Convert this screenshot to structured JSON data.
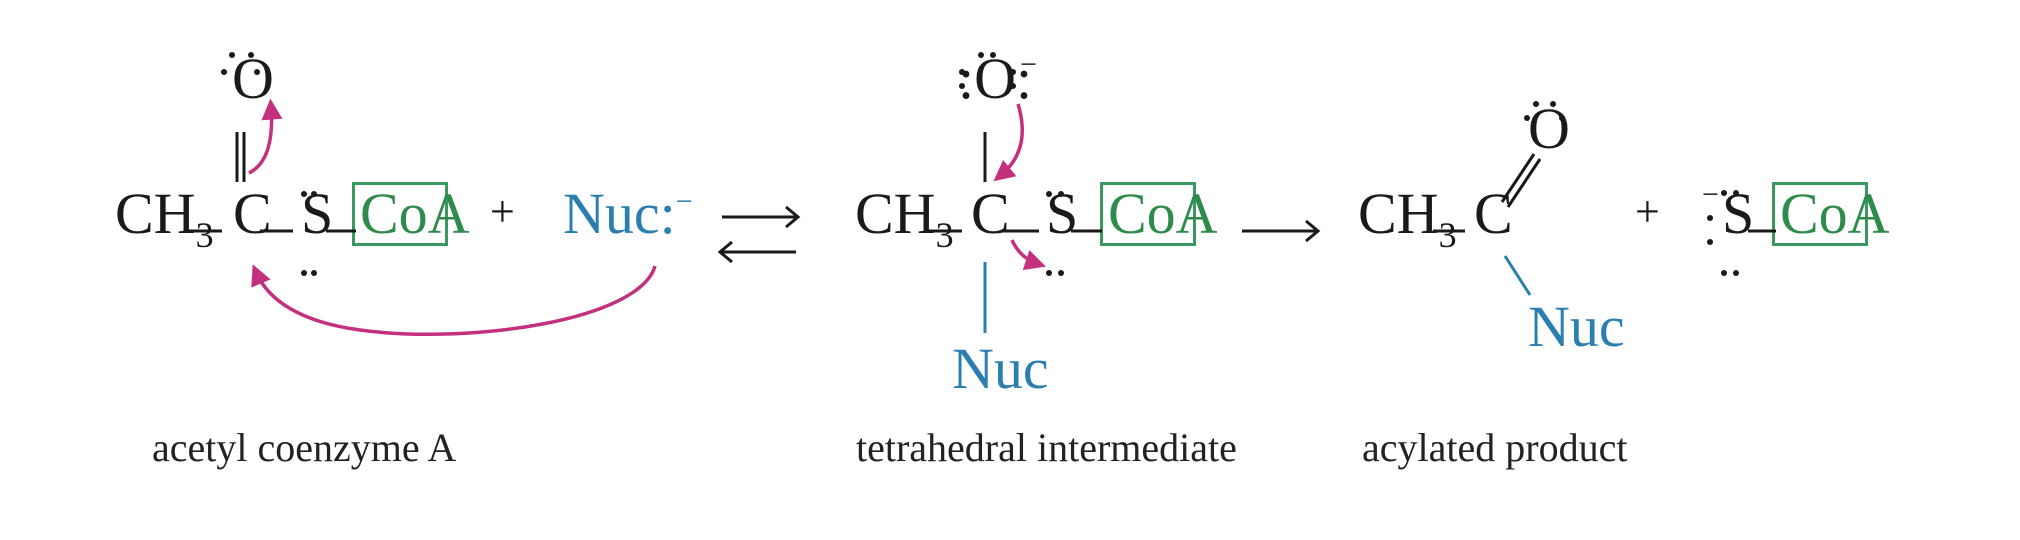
{
  "colors": {
    "arrow": "#c2307e",
    "nucleophile": "#2b7fb0",
    "coa": "#2e8b4a",
    "text": "#1a1a1a"
  },
  "reactant": {
    "ch3": "CH",
    "ch3_sub": "3",
    "carbon": "C",
    "oxygen": "O",
    "sulfur": "S",
    "coa": "CoA",
    "label": "acetyl coenzyme A"
  },
  "plus1": "+",
  "nucleophile": {
    "text": "Nuc:",
    "charge": "−"
  },
  "equilibrium_arrow": "⇄",
  "intermediate": {
    "ch3": "CH",
    "ch3_sub": "3",
    "carbon": "C",
    "oxygen": ":O:",
    "oxygen_charge": "−",
    "sulfur": "S",
    "coa": "CoA",
    "nuc": "Nuc",
    "label": "tetrahedral intermediate"
  },
  "forward_arrow": "⟶",
  "product": {
    "ch3": "CH",
    "ch3_sub": "3",
    "carbon": "C",
    "oxygen": "O",
    "nuc": "Nuc",
    "label": "acylated product"
  },
  "plus2": "+",
  "leaving_group": {
    "charge": "−",
    "sulfur": "S",
    "coa": "CoA"
  }
}
